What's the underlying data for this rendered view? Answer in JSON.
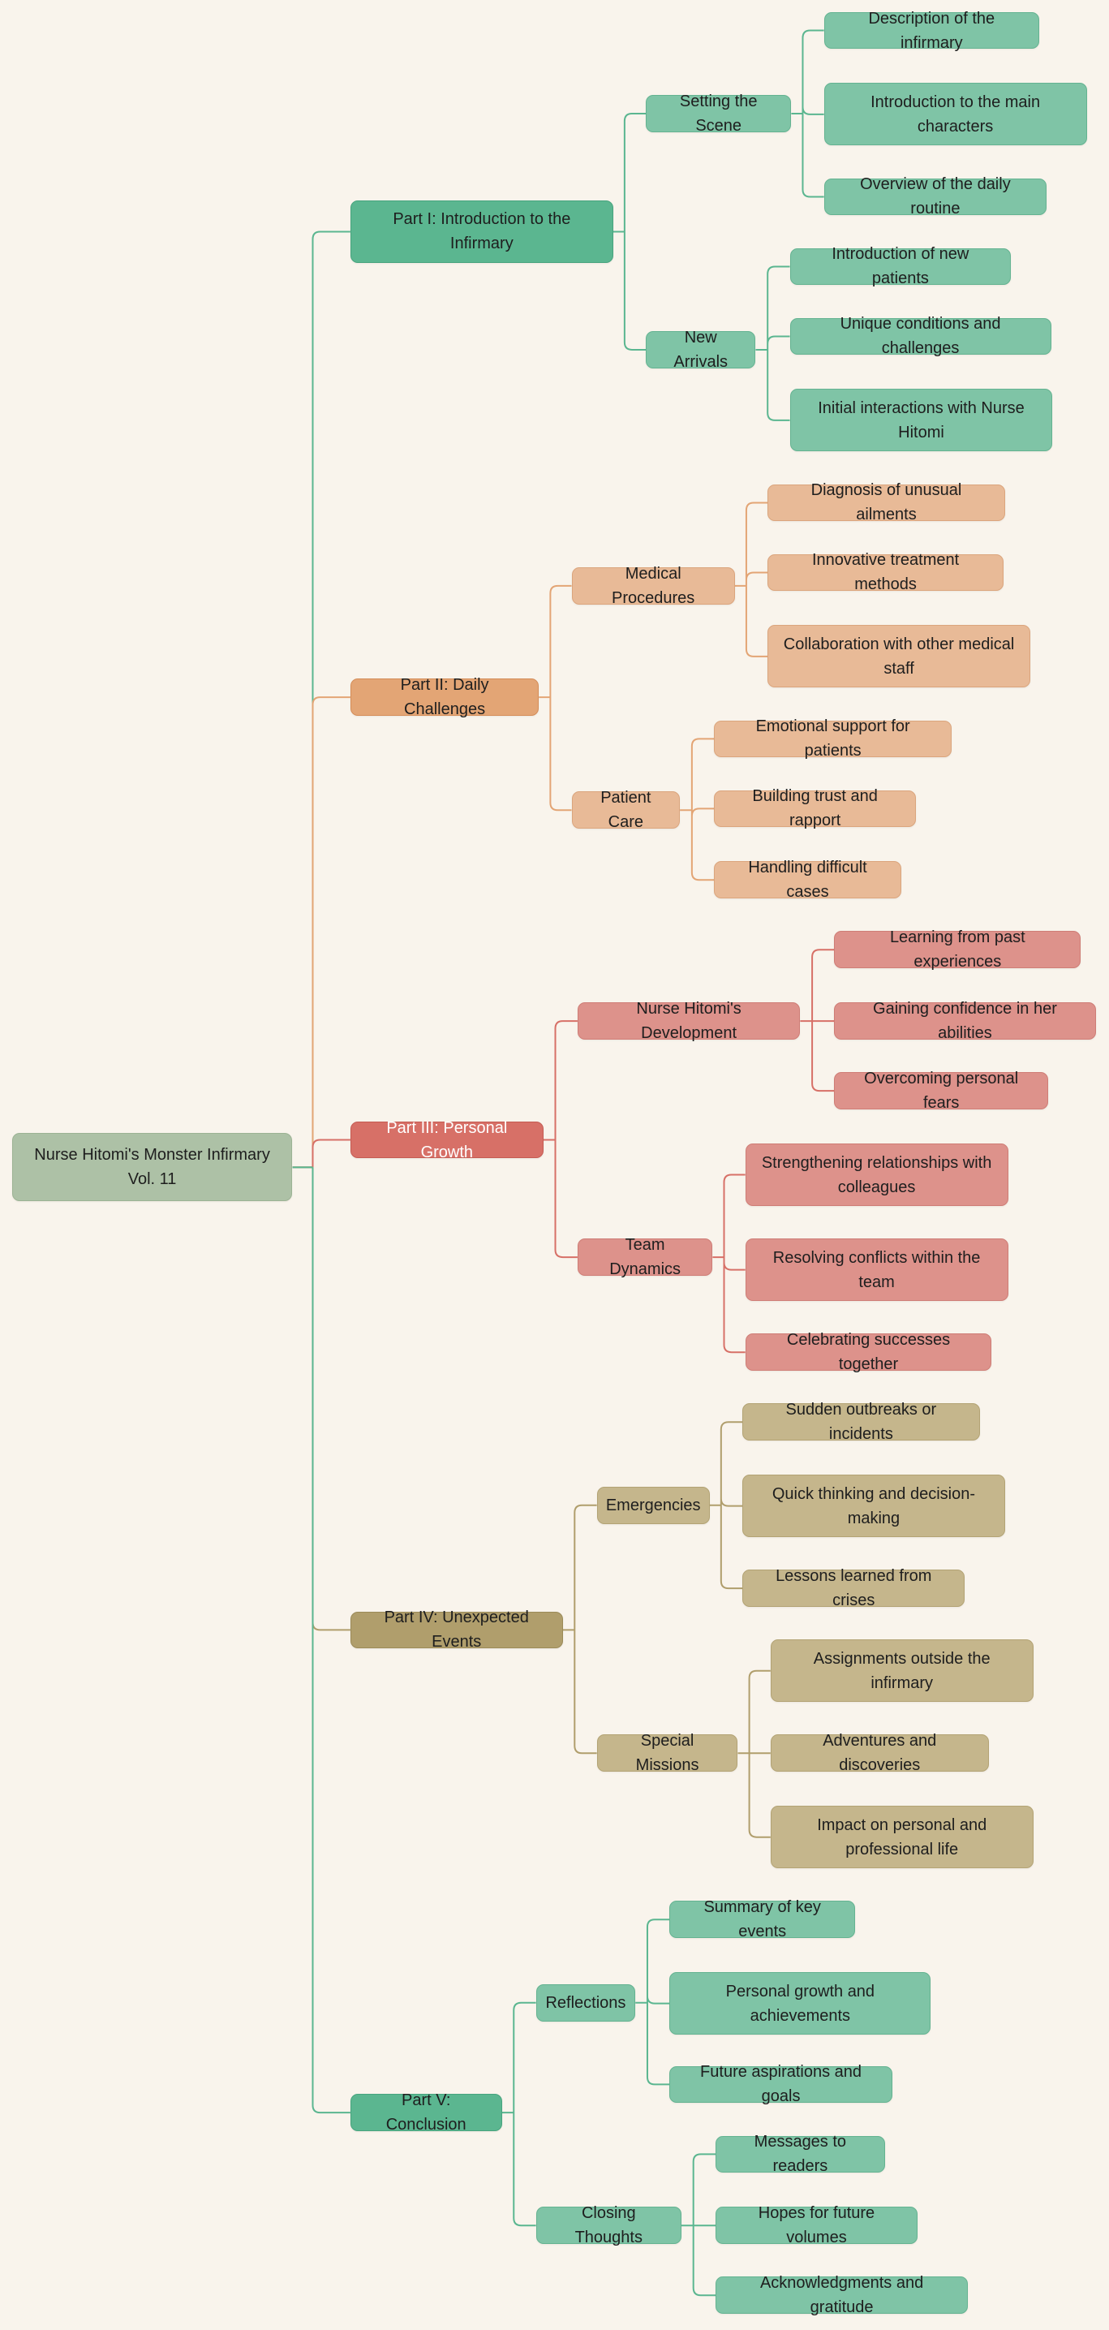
{
  "root": {
    "label": "Nurse Hitomi's Monster Infirmary Vol. 11"
  },
  "parts": [
    {
      "label": "Part I: Introduction to the Infirmary",
      "color": "#5bb690",
      "sections": [
        {
          "label": "Setting the Scene",
          "items": [
            "Description of the infirmary",
            "Introduction to the main characters",
            "Overview of the daily routine"
          ]
        },
        {
          "label": "New Arrivals",
          "items": [
            "Introduction of new patients",
            "Unique conditions and challenges",
            "Initial interactions with Nurse Hitomi"
          ]
        }
      ]
    },
    {
      "label": "Part II: Daily Challenges",
      "color": "#e3a575",
      "sections": [
        {
          "label": "Medical Procedures",
          "items": [
            "Diagnosis of unusual ailments",
            "Innovative treatment methods",
            "Collaboration with other medical staff"
          ]
        },
        {
          "label": "Patient Care",
          "items": [
            "Emotional support for patients",
            "Building trust and rapport",
            "Handling difficult cases"
          ]
        }
      ]
    },
    {
      "label": "Part III: Personal Growth",
      "color": "#d77067",
      "sections": [
        {
          "label": "Nurse Hitomi's Development",
          "items": [
            "Learning from past experiences",
            "Gaining confidence in her abilities",
            "Overcoming personal fears"
          ]
        },
        {
          "label": "Team Dynamics",
          "items": [
            "Strengthening relationships with colleagues",
            "Resolving conflicts within the team",
            "Celebrating successes together"
          ]
        }
      ]
    },
    {
      "label": "Part IV: Unexpected Events",
      "color": "#b09e6c",
      "sections": [
        {
          "label": "Emergencies",
          "items": [
            "Sudden outbreaks or incidents",
            "Quick thinking and decision-making",
            "Lessons learned from crises"
          ]
        },
        {
          "label": "Special Missions",
          "items": [
            "Assignments outside the infirmary",
            "Adventures and discoveries",
            "Impact on personal and professional life"
          ]
        }
      ]
    },
    {
      "label": "Part V: Conclusion",
      "color": "#5bb690",
      "sections": [
        {
          "label": "Reflections",
          "items": [
            "Summary of key events",
            "Personal growth and achievements",
            "Future aspirations and goals"
          ]
        },
        {
          "label": "Closing Thoughts",
          "items": [
            "Messages to readers",
            "Hopes for future volumes",
            "Acknowledgments and gratitude"
          ]
        }
      ]
    }
  ]
}
